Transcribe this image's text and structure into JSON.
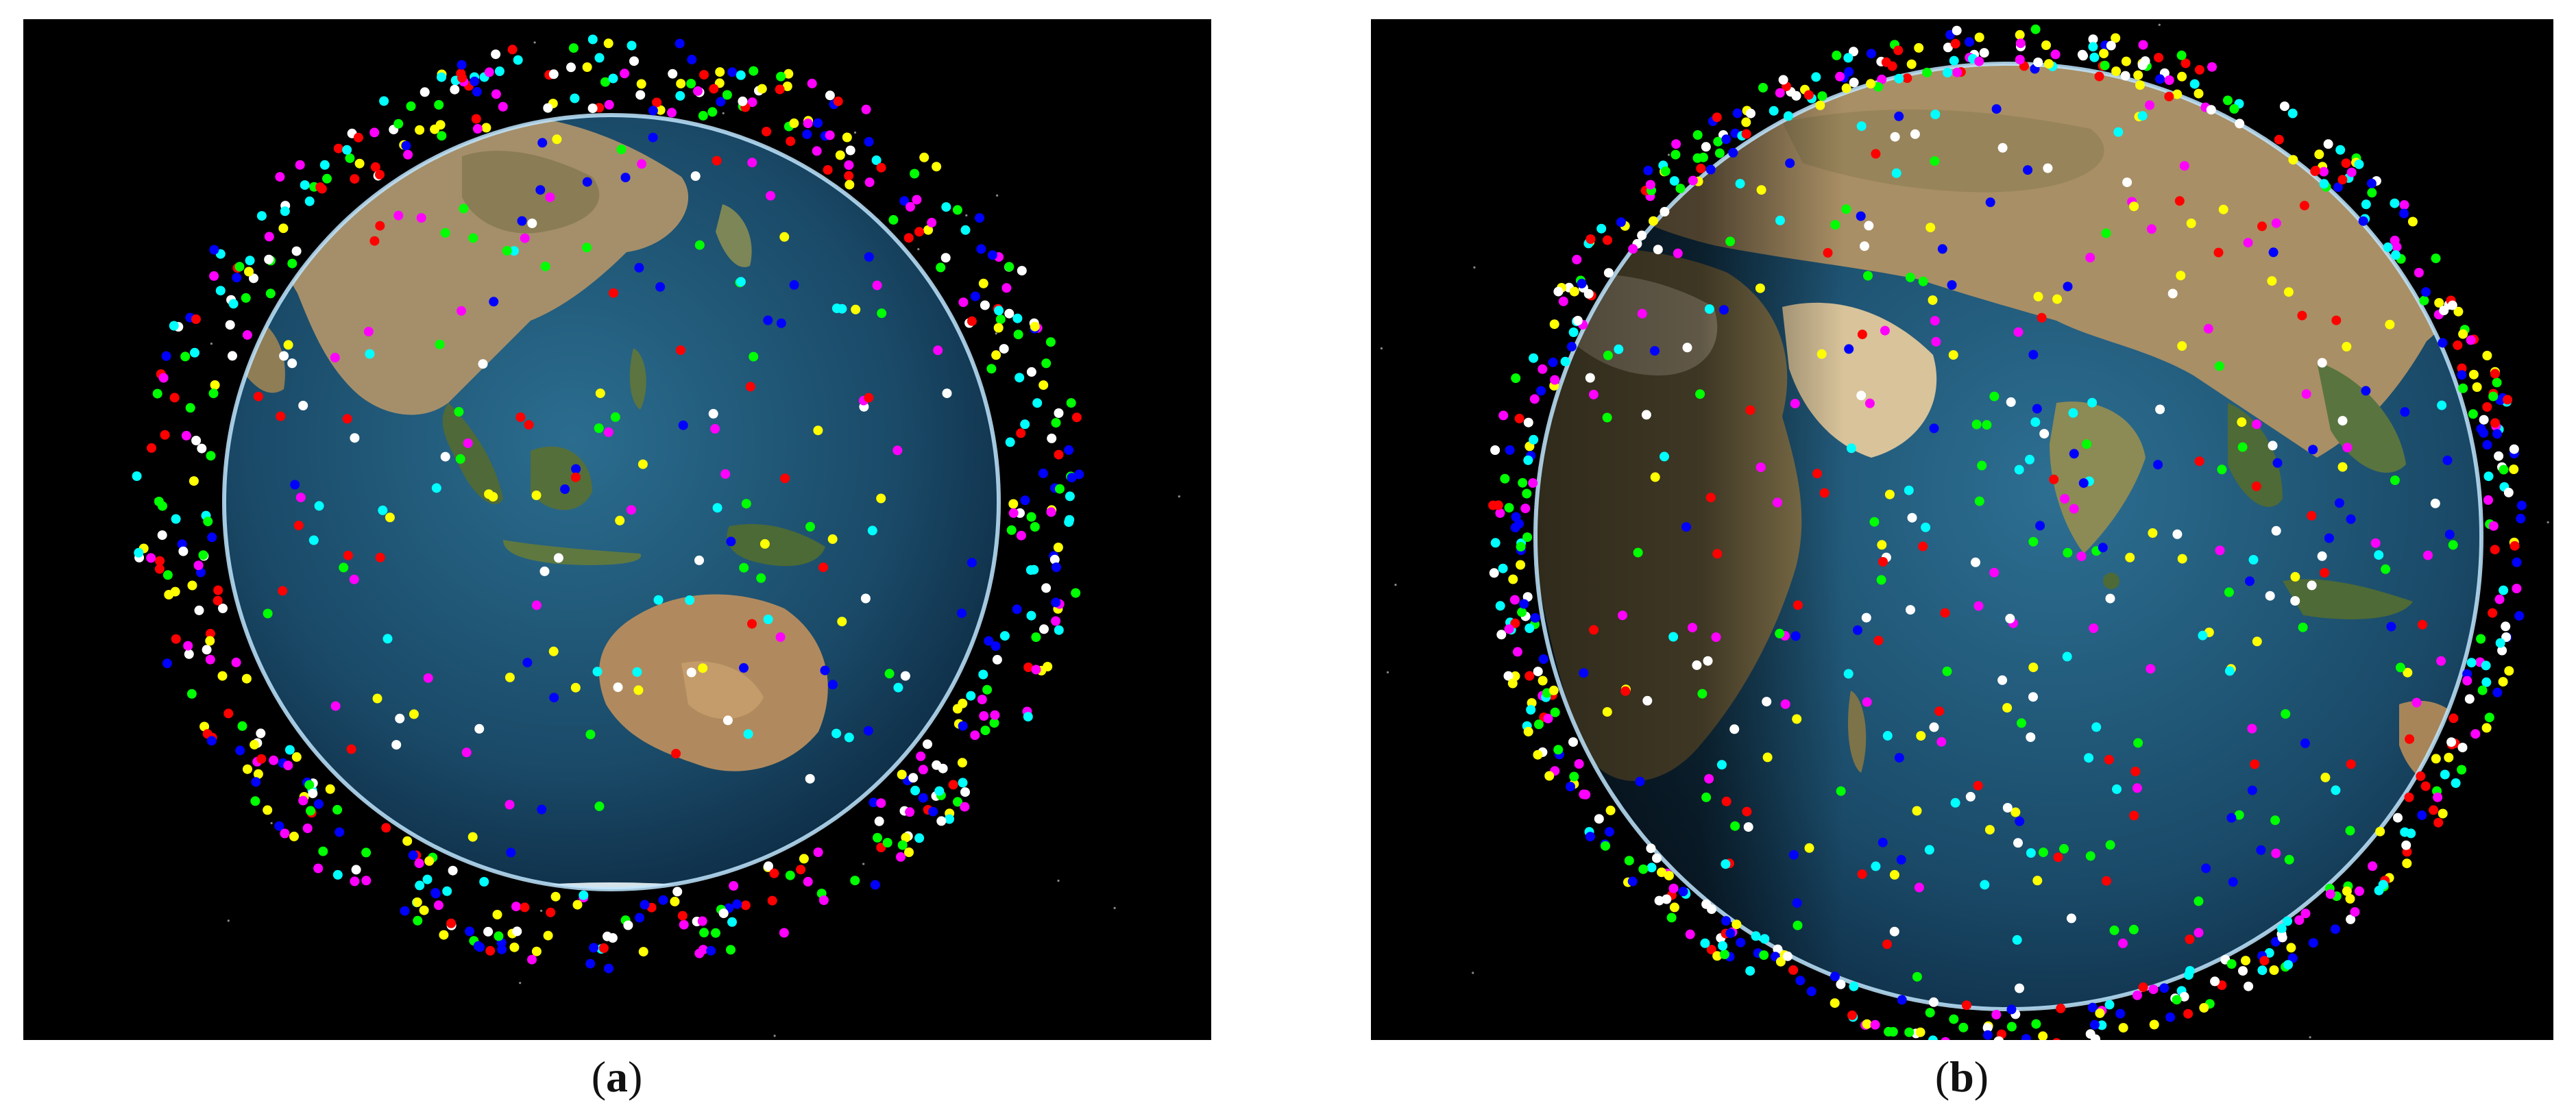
{
  "figure": {
    "panels": [
      {
        "id": "a",
        "caption_open": "(",
        "caption_letter": "a",
        "caption_close": ")"
      },
      {
        "id": "b",
        "caption_open": "(",
        "caption_letter": "b",
        "caption_close": ")"
      }
    ]
  },
  "colors": {
    "background": "#000000",
    "ocean": "#1d4f6e",
    "land_dry": "#b59a72",
    "land_green": "#55703a",
    "atmosphere_rim": "#bfe6ff",
    "satellite_colors": [
      "#ffff00",
      "#ff00ff",
      "#00ffff",
      "#00ff00",
      "#ff0000",
      "#0000ff",
      "#ffffff"
    ]
  },
  "icons": {
    "panel_a": "earth-globe-with-satellites-pacific-view",
    "panel_b": "earth-globe-with-satellites-eurasia-view"
  }
}
